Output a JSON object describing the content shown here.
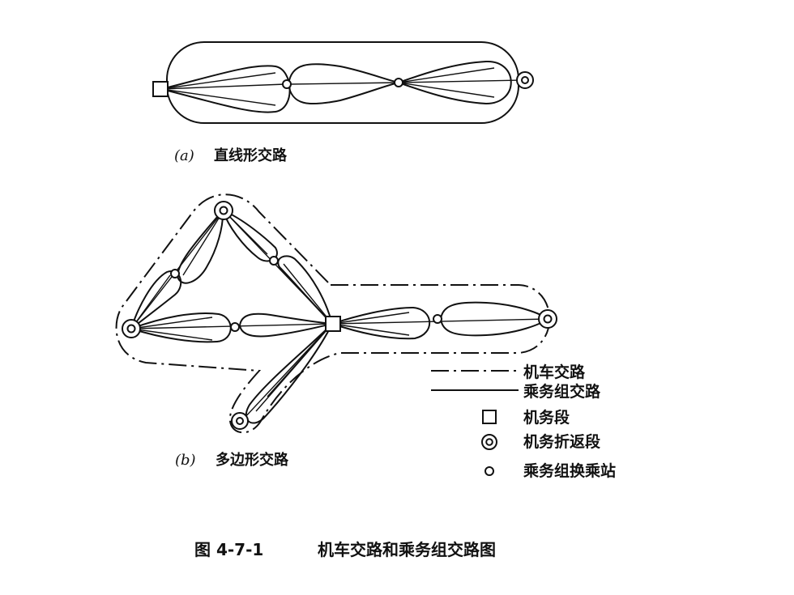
{
  "diagram_a": {
    "caption_prefix": "(a)",
    "caption": "直线形交路"
  },
  "diagram_b": {
    "caption_prefix": "(b)",
    "caption": "多边形交路"
  },
  "legend": {
    "locomotive_route": "机车交路",
    "crew_route": "乘务组交路",
    "depot": "机务段",
    "turnaround_depot": "机务折返段",
    "crew_change_station": "乘务组换乘站"
  },
  "figure": {
    "number": "图 4-7-1",
    "title": "机车交路和乘务组交路图"
  }
}
